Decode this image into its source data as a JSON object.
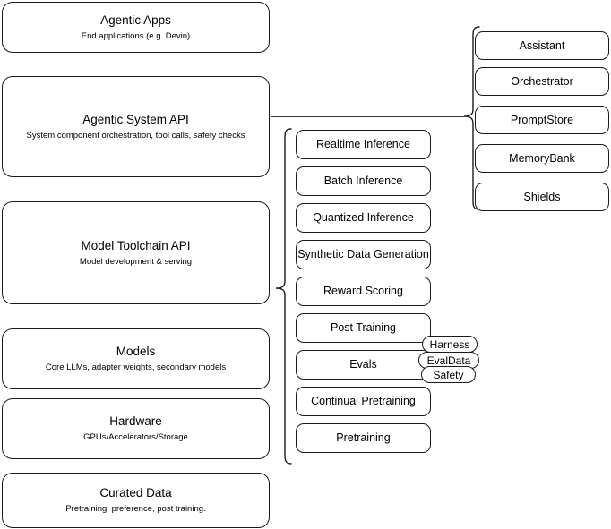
{
  "diagram": {
    "title": "AI Stack Architecture Diagram",
    "stroke_color": "#1a1a1a",
    "background_color": "#ffffff"
  },
  "layers": [
    {
      "name": "agentic-apps",
      "title": "Agentic Apps",
      "subtitle": "End applications (e.g. Devin)"
    },
    {
      "name": "agentic-system-api",
      "title": "Agentic System API",
      "subtitle": "System component orchestration, tool calls, safety checks"
    },
    {
      "name": "model-toolchain-api",
      "title": "Model Toolchain API",
      "subtitle": "Model development & serving"
    },
    {
      "name": "models",
      "title": "Models",
      "subtitle": "Core LLMs, adapter weights, secondary models"
    },
    {
      "name": "hardware",
      "title": "Hardware",
      "subtitle": "GPUs/Accelerators/Storage"
    },
    {
      "name": "curated-data",
      "title": "Curated Data",
      "subtitle": "Pretraining, preference, post training."
    }
  ],
  "toolchain_capabilities": [
    {
      "name": "realtime-inference",
      "label": "Realtime Inference"
    },
    {
      "name": "batch-inference",
      "label": "Batch Inference"
    },
    {
      "name": "quantized-inference",
      "label": "Quantized Inference"
    },
    {
      "name": "synthetic-data-generation",
      "label": "Synthetic Data Generation"
    },
    {
      "name": "reward-scoring",
      "label": "Reward Scoring"
    },
    {
      "name": "post-training",
      "label": "Post Training"
    },
    {
      "name": "evals",
      "label": "Evals"
    },
    {
      "name": "continual-pretraining",
      "label": "Continual Pretraining"
    },
    {
      "name": "pretraining",
      "label": "Pretraining"
    }
  ],
  "eval_pills": [
    {
      "name": "harness",
      "label": "Harness"
    },
    {
      "name": "evaldata",
      "label": "EvalData"
    },
    {
      "name": "safety",
      "label": "Safety"
    }
  ],
  "agentic_components": [
    {
      "name": "assistant",
      "label": "Assistant"
    },
    {
      "name": "orchestrator",
      "label": "Orchestrator"
    },
    {
      "name": "promptstore",
      "label": "PromptStore"
    },
    {
      "name": "memorybank",
      "label": "MemoryBank"
    },
    {
      "name": "shields",
      "label": "Shields"
    }
  ]
}
